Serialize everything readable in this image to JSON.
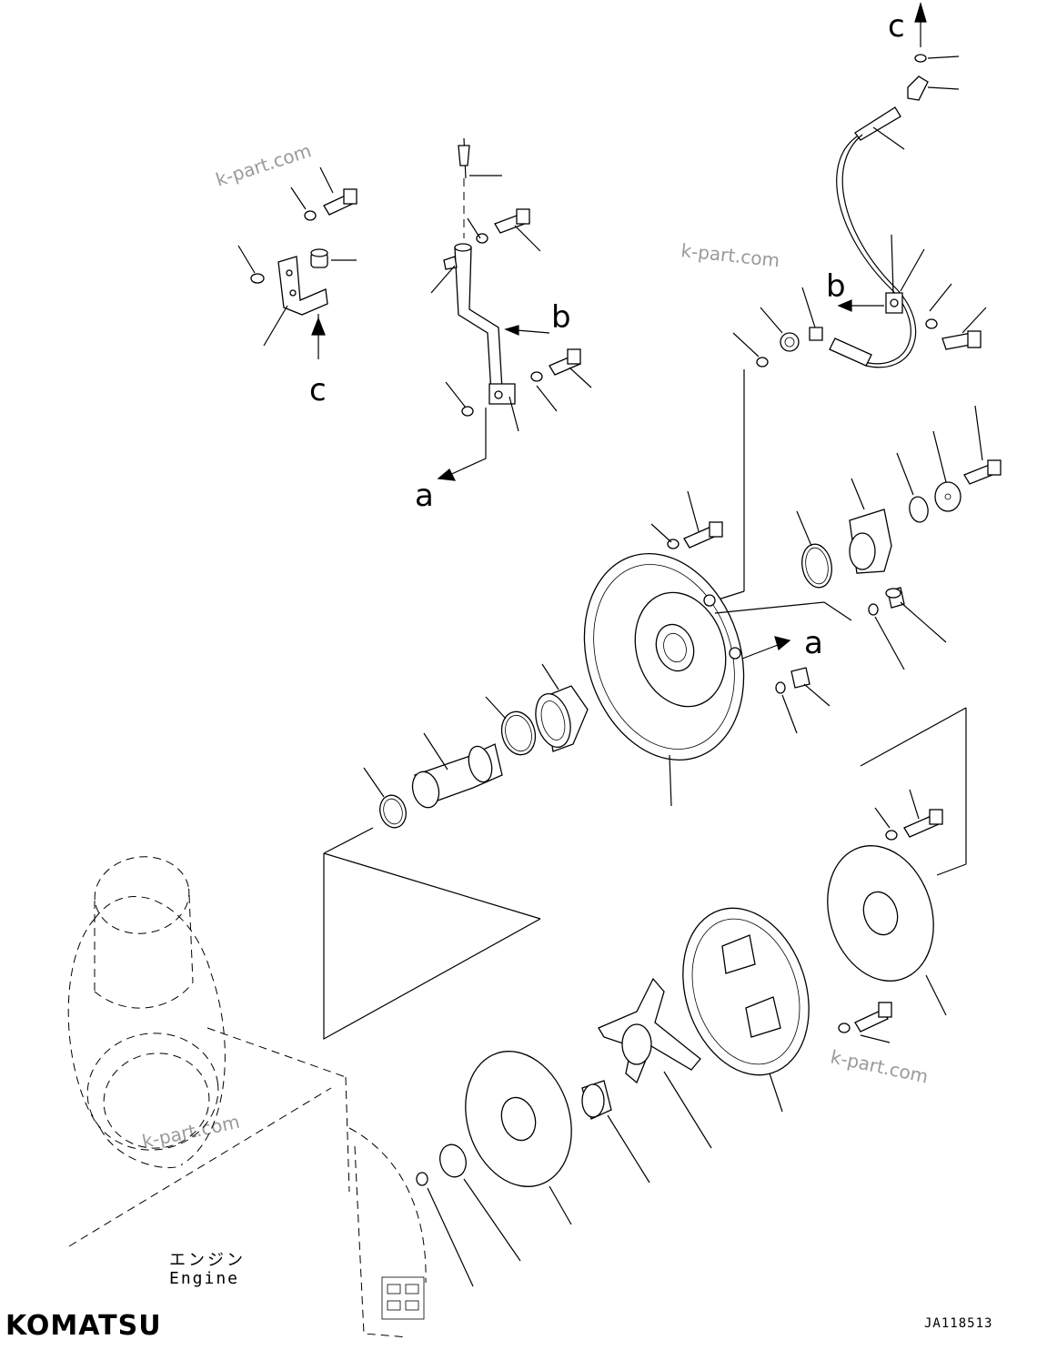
{
  "callouts": {
    "a1": "a",
    "a2": "a",
    "b1": "b",
    "b2": "b",
    "c1": "c",
    "c2": "c"
  },
  "watermark": "k-part.com",
  "engine_label_jp": "エンジン",
  "engine_label_en": "Engine",
  "brand": "KOMATSU",
  "drawing_id": "JA118513"
}
